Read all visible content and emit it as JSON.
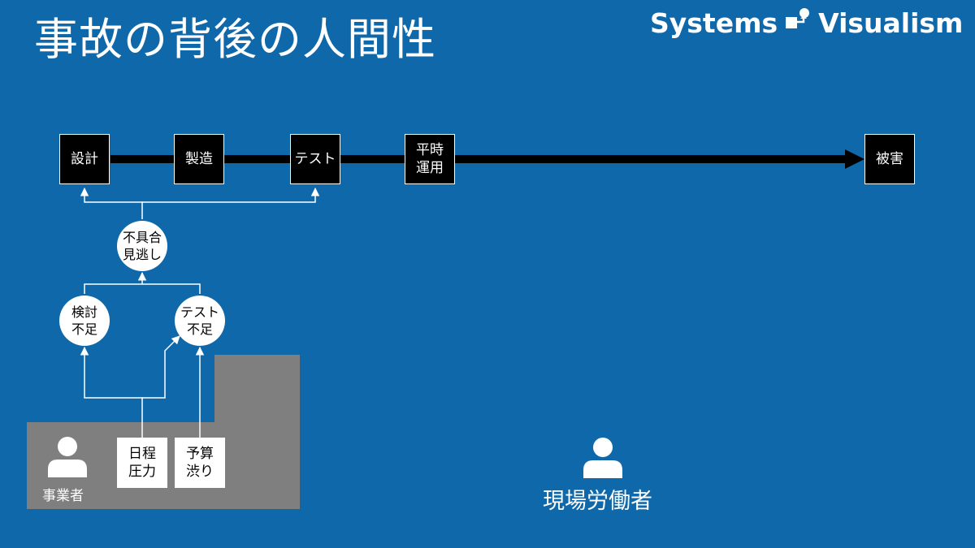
{
  "title": "事故の背後の人間性",
  "brand": {
    "left": "Systems",
    "right": "Visualism",
    "logo_icon": "systems-visualism-logo-icon"
  },
  "colors": {
    "background": "#0f68a9",
    "panel": "#7f7f7f",
    "node_black": "#000000",
    "node_white": "#ffffff"
  },
  "timeline": {
    "steps": [
      "設計",
      "製造",
      "テスト",
      "平時\n運用"
    ],
    "end": "被害"
  },
  "causes": {
    "oversight": "不具合\n見逃し",
    "insufficient_review": "検討\n不足",
    "insufficient_test": "テスト\n不足"
  },
  "pressures": {
    "schedule": "日程\n圧力",
    "budget": "予算\n渋り"
  },
  "actors": {
    "operator": {
      "label": "事業者",
      "icon": "person-icon"
    },
    "worker": {
      "label": "現場労働者",
      "icon": "person-icon"
    }
  }
}
